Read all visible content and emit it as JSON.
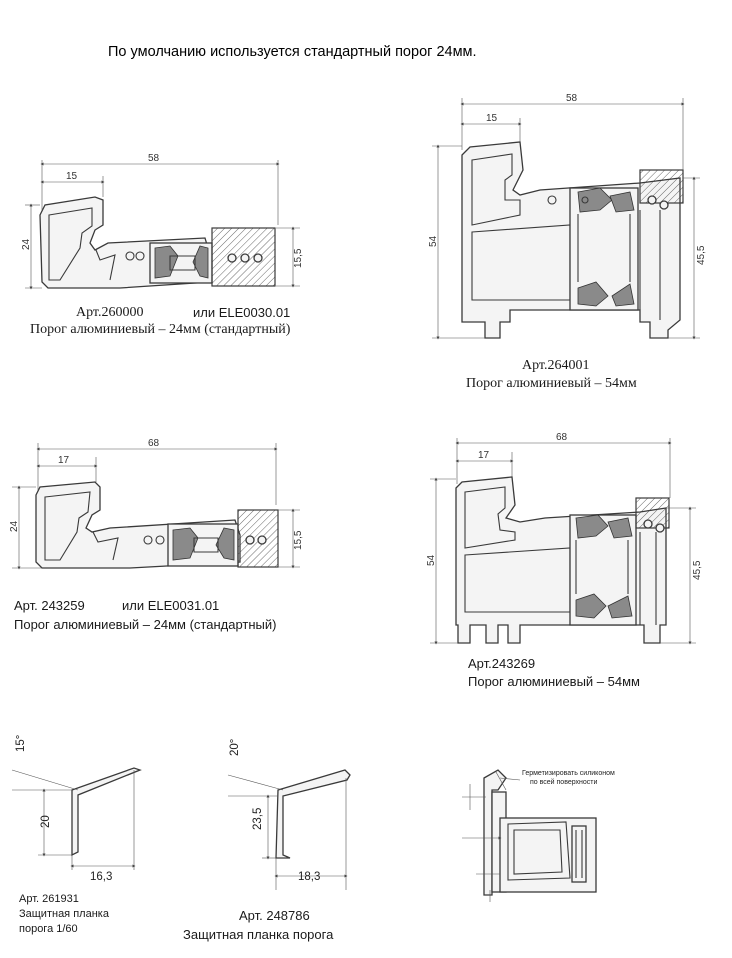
{
  "header": {
    "title": "По умолчанию используется стандартный порог 24мм."
  },
  "profiles": [
    {
      "id": "p1",
      "article": "Арт.260000",
      "alt": "или ELE0030.01",
      "caption": "Порог алюминиевый – 24мм (стандартный)",
      "dims": {
        "width": "58",
        "offset": "15",
        "height_left": "24",
        "height_right": "15,5"
      }
    },
    {
      "id": "p2",
      "article": "Арт.264001",
      "caption": "Порог алюминиевый – 54мм",
      "dims": {
        "width": "58",
        "offset": "15",
        "height_left": "54",
        "height_right": "45,5"
      }
    },
    {
      "id": "p3",
      "article": "Арт. 243259",
      "alt": "или ELE0031.01",
      "caption": "Порог алюминиевый   – 24мм (стандартный)",
      "dims": {
        "width": "68",
        "offset": "17",
        "height_left": "24",
        "height_right": "15,5"
      }
    },
    {
      "id": "p4",
      "article": "Арт.243269",
      "caption": "Порог алюминиевый   – 54мм",
      "dims": {
        "width": "68",
        "offset": "17",
        "height_left": "54",
        "height_right": "45,5"
      }
    }
  ],
  "strips": [
    {
      "id": "s1",
      "angle": "15°",
      "height": "20",
      "width": "16,3",
      "caption_lines": [
        "Арт. 261931",
        "Защитная планка",
        "порога 1/60"
      ]
    },
    {
      "id": "s2",
      "angle": "20°",
      "height": "23,5",
      "width": "18,3",
      "caption_lines": [
        "Арт. 248786",
        "Защитная  планка  порога"
      ]
    }
  ],
  "install": {
    "note_lines": [
      "Герметизировать силиконом",
      "по всей поверхности"
    ]
  }
}
